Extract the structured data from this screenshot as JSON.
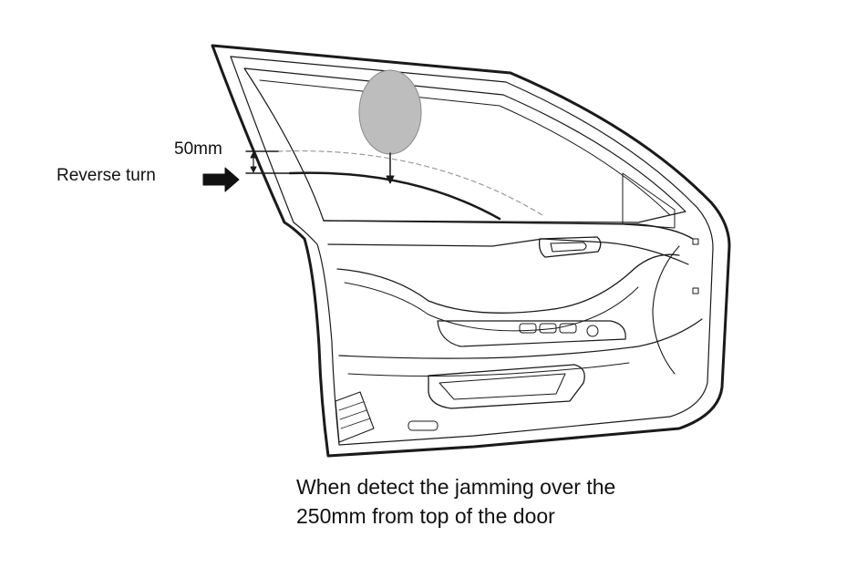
{
  "labels": {
    "gap": "50mm",
    "reverse": "Reverse turn"
  },
  "caption": {
    "line1": "When detect the jamming over the",
    "line2": "250mm from top of the door"
  },
  "colors": {
    "line": "#1a1a1a",
    "obstacle": "#bdbdbd",
    "dashed": "#9a9a9a"
  }
}
